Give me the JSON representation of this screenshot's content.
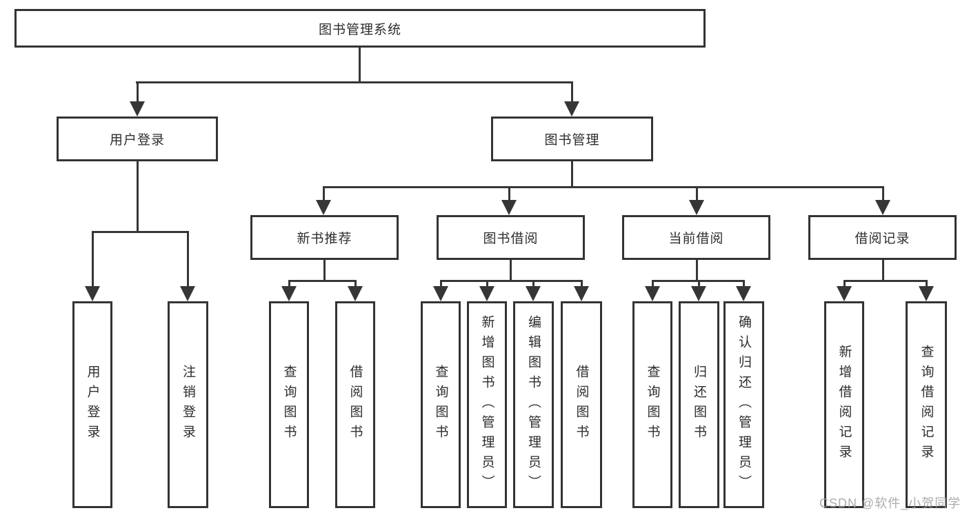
{
  "diagram": {
    "root": {
      "label": "图书管理系统"
    },
    "level2": {
      "user_login": {
        "label": "用户登录"
      },
      "book_mgmt": {
        "label": "图书管理"
      }
    },
    "level3": {
      "new_books": {
        "label": "新书推荐"
      },
      "book_borrow": {
        "label": "图书借阅"
      },
      "current_borrow": {
        "label": "当前借阅"
      },
      "borrow_records": {
        "label": "借阅记录"
      }
    },
    "leaves": {
      "user_login_leaf": {
        "label": "用户登录"
      },
      "logout": {
        "label": "注销登录"
      },
      "rec_query_books": {
        "label": "查询图书"
      },
      "rec_borrow_books": {
        "label": "借阅图书"
      },
      "bb_query_books": {
        "label": "查询图书"
      },
      "bb_add_books": {
        "label": "新增图书（管理员）"
      },
      "bb_edit_books": {
        "label": "编辑图书（管理员）"
      },
      "bb_borrow_books": {
        "label": "借阅图书"
      },
      "cb_query_books": {
        "label": "查询图书"
      },
      "cb_return_books": {
        "label": "归还图书"
      },
      "cb_confirm_return": {
        "label": "确认归还（管理员）"
      },
      "br_add_record": {
        "label": "新增借阅记录"
      },
      "br_query_record": {
        "label": "查询借阅记录"
      }
    }
  },
  "watermark": {
    "text": "CSDN @软件_小贺同学"
  },
  "colors": {
    "line": "#363636",
    "border": "#333333",
    "text": "#2d2d2d",
    "watermark": "#9e9e9e",
    "background": "#ffffff"
  }
}
